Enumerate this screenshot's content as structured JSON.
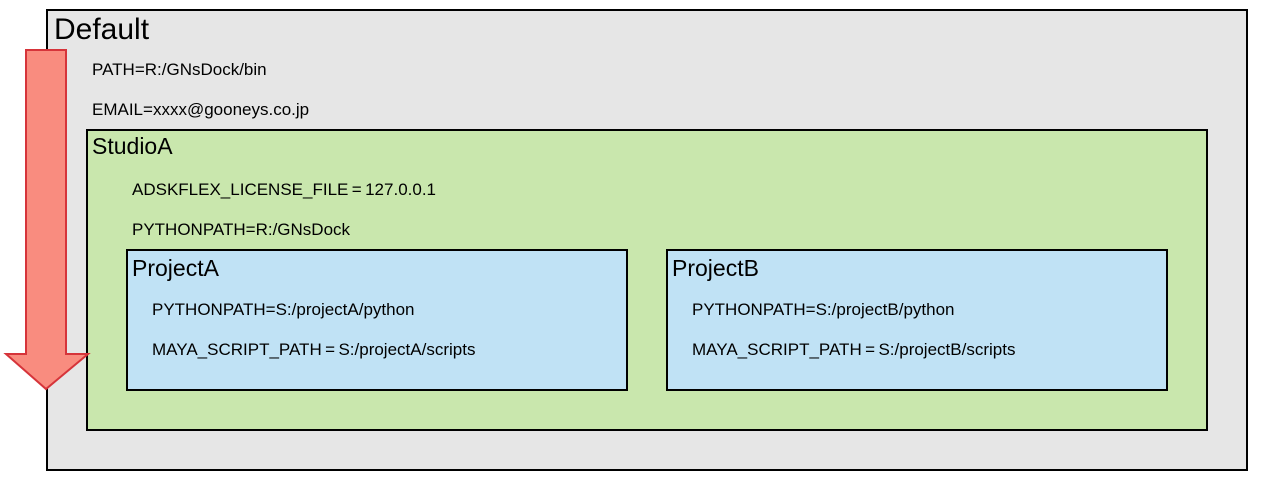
{
  "colors": {
    "default_fill": "#e6e6e6",
    "studio_fill": "#c9e7ad",
    "project_fill": "#c0e2f5",
    "border": "#000000",
    "arrow_fill": "#f98c7f",
    "arrow_stroke": "#d6343a"
  },
  "default": {
    "title": "Default",
    "vars": [
      "PATH=R:/GNsDock/bin",
      "EMAIL=xxxx@gooneys.co.jp"
    ]
  },
  "studio": {
    "title": "StudioA",
    "vars": [
      "ADSKFLEX_LICENSE_FILE = 127.0.0.1",
      "PYTHONPATH=R:/GNsDock"
    ]
  },
  "projects": [
    {
      "title": "ProjectA",
      "vars": [
        "PYTHONPATH=S:/projectA/python",
        "MAYA_SCRIPT_PATH = S:/projectA/scripts"
      ]
    },
    {
      "title": "ProjectB",
      "vars": [
        "PYTHONPATH=S:/projectB/python",
        "MAYA_SCRIPT_PATH = S:/projectB/scripts"
      ]
    }
  ]
}
